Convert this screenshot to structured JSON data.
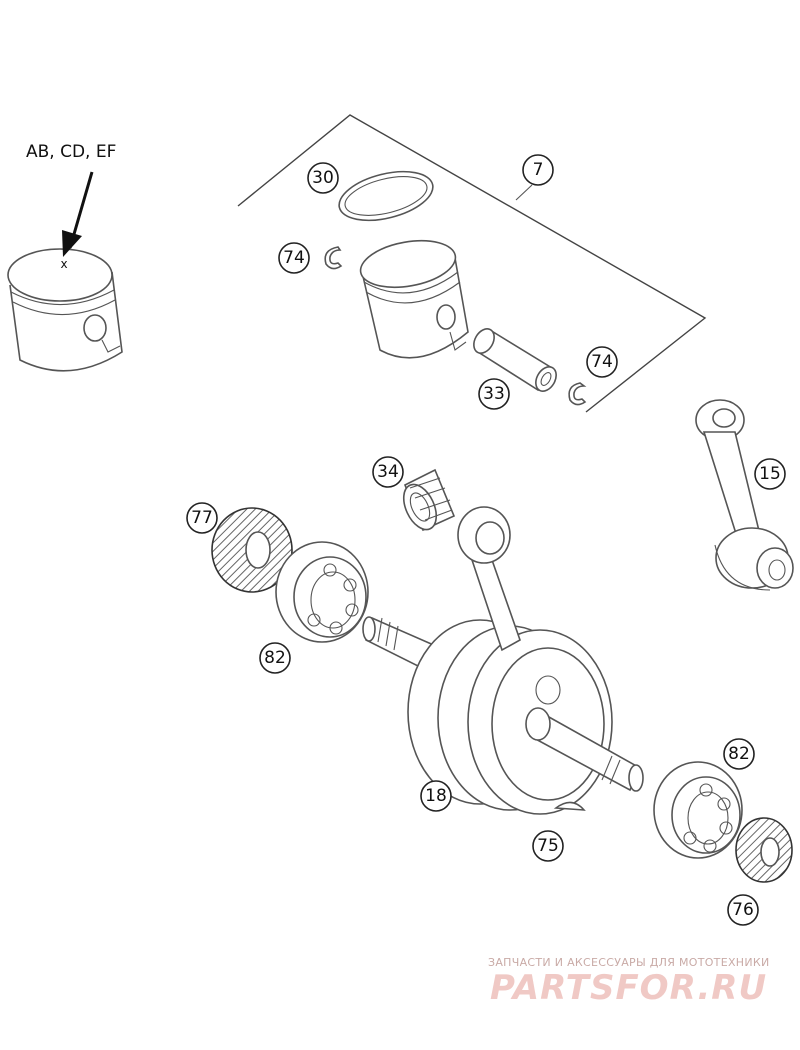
{
  "mark_label": "AB, CD, EF",
  "piston_mark": "x",
  "callouts": {
    "c30": "30",
    "c7": "7",
    "c74a": "74",
    "c74b": "74",
    "c33": "33",
    "c34": "34",
    "c15": "15",
    "c77": "77",
    "c82a": "82",
    "c82b": "82",
    "c18": "18",
    "c75": "75",
    "c76": "76"
  },
  "watermark": {
    "tagline": "ЗАПЧАСТИ И АКСЕССУАРЫ ДЛЯ МОТОТЕХНИКИ",
    "logo": "PARTSFOR.RU",
    "color": "#e9aaa4"
  }
}
